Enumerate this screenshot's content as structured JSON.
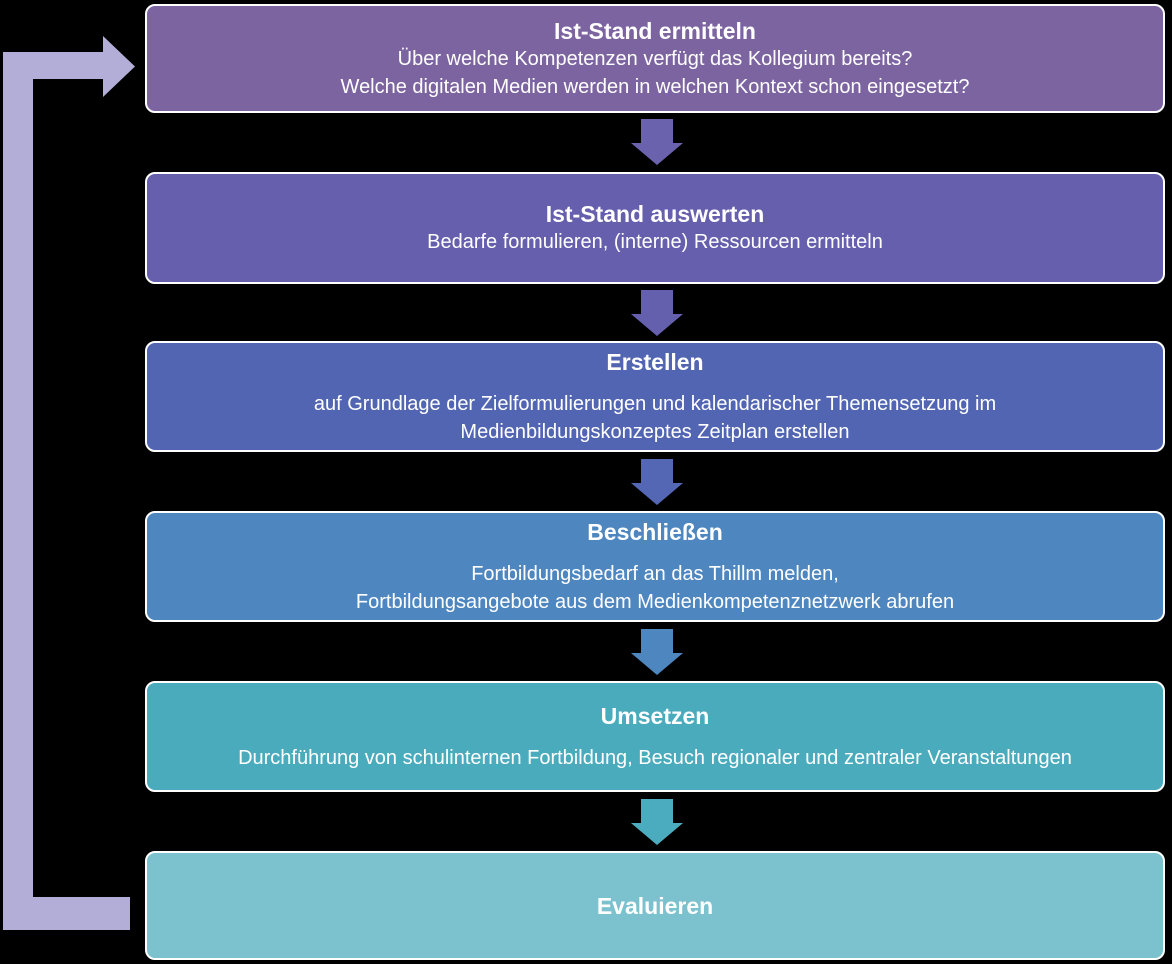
{
  "background_color": "#000000",
  "loop_arrow": {
    "label": "feedback-loop-from-evaluieren-to-ist-stand",
    "color": "#B3AED8"
  },
  "steps": [
    {
      "title": "Ist-Stand ermitteln",
      "color": "#7C64A1",
      "lines": [
        "Über welche Kompetenzen verfügt das Kollegium bereits?",
        "Welche digitalen Medien werden in welchen Kontext schon eingesetzt?"
      ]
    },
    {
      "title": "Ist-Stand auswerten",
      "color": "#655FAD",
      "lines": [
        "Bedarfe formulieren, (interne) Ressourcen ermitteln"
      ]
    },
    {
      "title": "Erstellen",
      "color": "#5265B2",
      "lines": [
        "auf Grundlage der Zielformulierungen und kalendarischer Themensetzung im",
        "Medienbildungskonzeptes Zeitplan erstellen"
      ]
    },
    {
      "title": "Beschließen",
      "color": "#4E86C0",
      "lines": [
        "Fortbildungsbedarf an das Thillm melden,",
        "Fortbildungsangebote aus dem Medienkompetenznetzwerk abrufen"
      ]
    },
    {
      "title": "Umsetzen",
      "color": "#4AABBD",
      "lines": [
        "Durchführung von schulinternen Fortbildung, Besuch regionaler und zentraler Veranstaltungen"
      ]
    },
    {
      "title": "Evaluieren",
      "color": "#7CC2CE",
      "lines": []
    }
  ],
  "connectors": [
    {
      "color": "#6B62AE"
    },
    {
      "color": "#6560AD"
    },
    {
      "color": "#5367B5"
    },
    {
      "color": "#4E86C0"
    },
    {
      "color": "#4BACBF"
    }
  ]
}
